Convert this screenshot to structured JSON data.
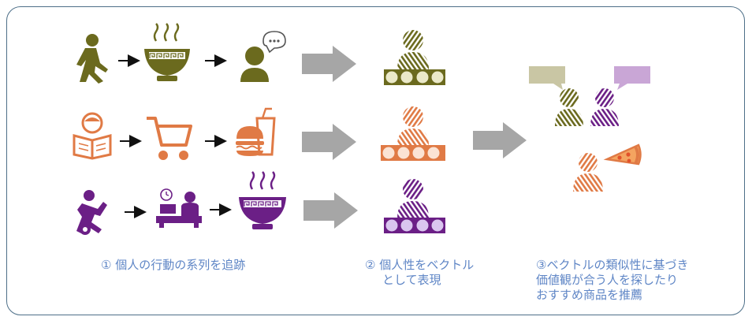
{
  "captions": {
    "step1": "① 個人の行動の系列を追跡",
    "step2_line1": "② 個人性をベクトル",
    "step2_line2": "として表現",
    "step3_line1": "③ベクトルの類似性に基づき",
    "step3_line2": "価値観が合う人を探したり",
    "step3_line3": "おすすめ商品を推薦"
  },
  "colors": {
    "row1": "#6b6a1e",
    "row2": "#e07a45",
    "row3": "#6b1f86",
    "arrow_gray": "#a6a6a6",
    "caption": "#5f86c6",
    "frame": "#4d6f88",
    "bubble_olive": "#c9c6a4",
    "bubble_purple": "#c9a6d6"
  },
  "icons": {
    "row1": [
      "walking-person-icon",
      "ramen-bowl-icon",
      "speaking-person-icon"
    ],
    "row2": [
      "reading-person-icon",
      "shopping-cart-icon",
      "burger-drink-icon"
    ],
    "row3": [
      "soccer-player-icon",
      "office-worker-icon",
      "ramen-bowl-icon"
    ],
    "results": [
      "olive-person-bubble",
      "purple-person-bubble",
      "orange-person-pizza"
    ]
  }
}
